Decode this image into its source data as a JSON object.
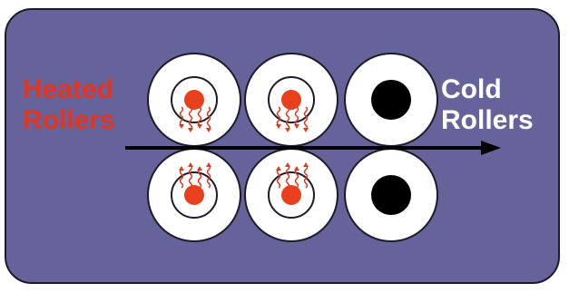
{
  "heated_label": {
    "line1": "Heated",
    "line2": "Rollers",
    "color": "#e0361f"
  },
  "cold_label": {
    "line1": "Cold",
    "line2": "Rollers",
    "color": "#ffffff"
  },
  "colors": {
    "panel_background": "#66639a",
    "roller_fill": "#ffffff",
    "roller_outline": "#1d1a2a",
    "heated_core": "#e8401c",
    "heat_wave": "#e03a1e",
    "cold_core": "#000000",
    "arrow": "#000000"
  },
  "rollers": [
    {
      "row": "top",
      "type": "heated",
      "heat_direction": "down"
    },
    {
      "row": "top",
      "type": "heated",
      "heat_direction": "down"
    },
    {
      "row": "top",
      "type": "cold"
    },
    {
      "row": "bottom",
      "type": "heated",
      "heat_direction": "up"
    },
    {
      "row": "bottom",
      "type": "heated",
      "heat_direction": "up"
    },
    {
      "row": "bottom",
      "type": "cold"
    }
  ],
  "arrow": {
    "direction": "right"
  }
}
